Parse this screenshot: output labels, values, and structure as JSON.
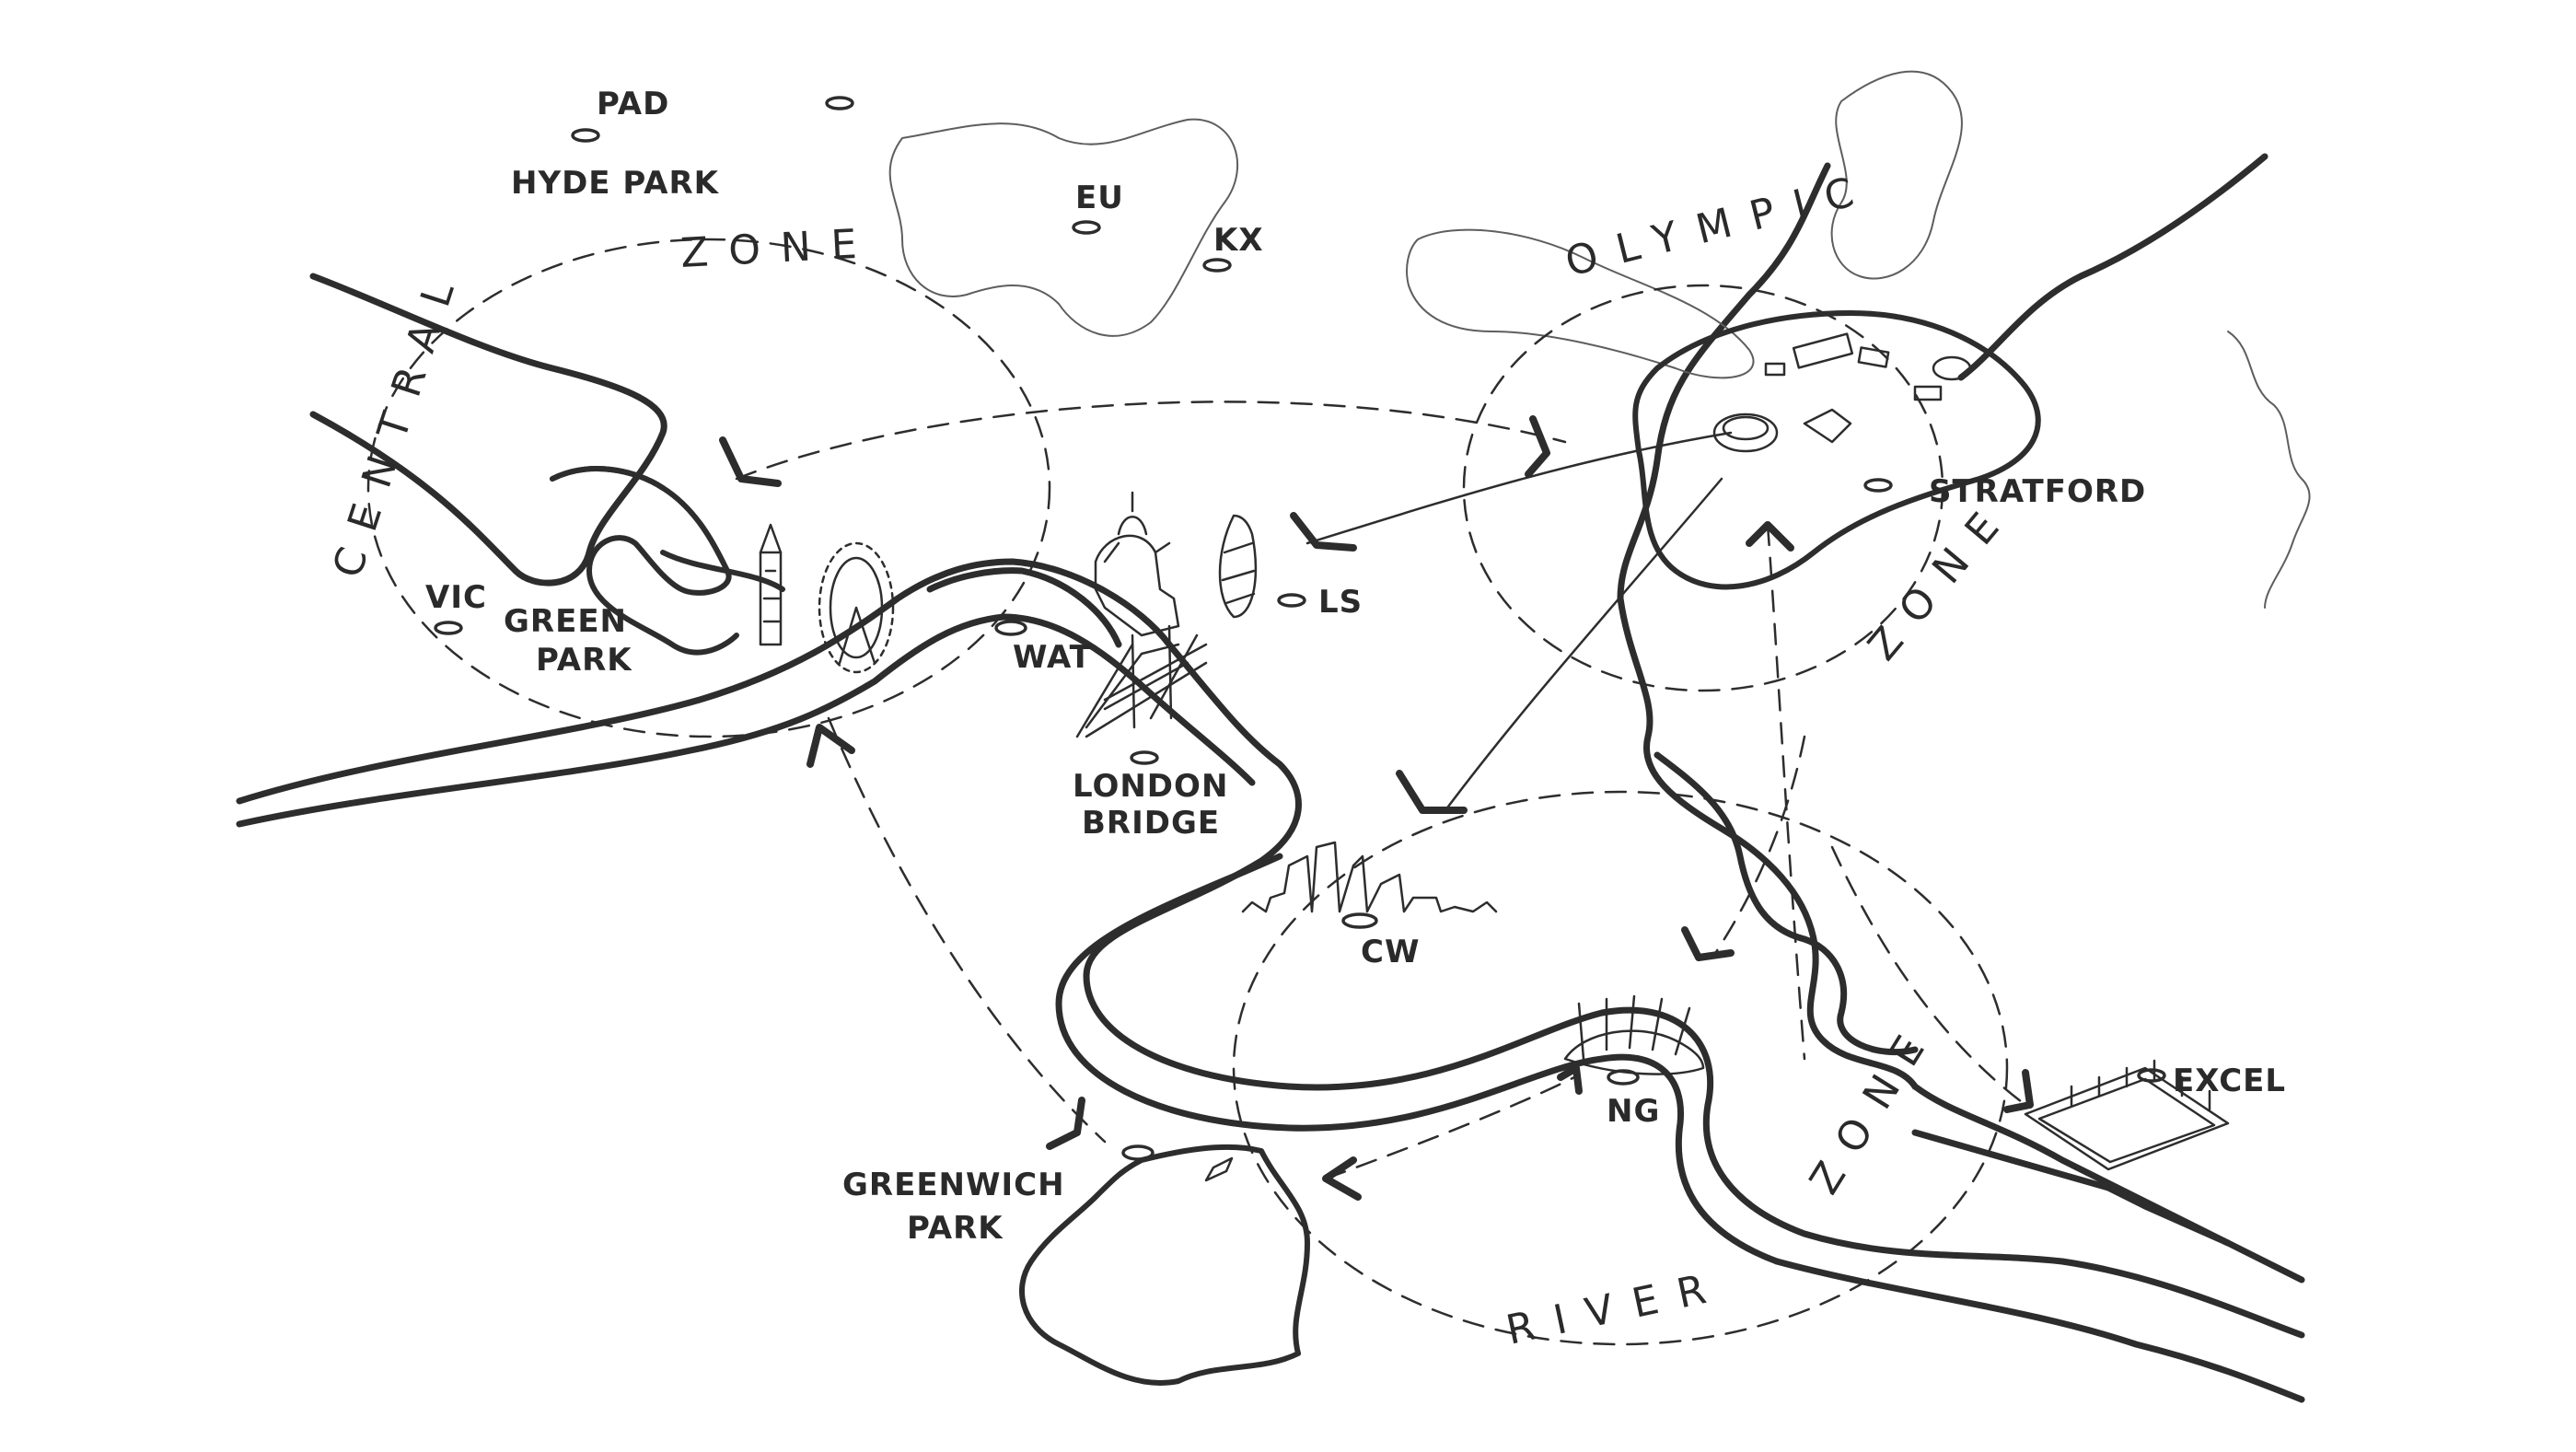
{
  "labels": {
    "pad": "PAD",
    "hyde_park": "HYDE PARK",
    "eu": "EU",
    "kx": "KX",
    "vic": "VIC",
    "green_park_1": "GREEN",
    "green_park_2": "PARK",
    "wat": "WAT",
    "london_bridge_1": "LONDON",
    "london_bridge_2": "BRIDGE",
    "ls": "LS",
    "stratford": "STRATFORD",
    "cw": "CW",
    "ng": "NG",
    "excel": "EXCEL",
    "greenwich_park_1": "GREENWICH",
    "greenwich_park_2": "PARK"
  },
  "zones": {
    "central_word": "CENTRAL",
    "central_zone": "ZONE",
    "olympic_word": "OLYMPIC",
    "olympic_zone": "ZONE",
    "river_word": "RIVER",
    "river_zone": "ZONE"
  },
  "colors": {
    "ink": "#2d2d2d",
    "paper": "#ffffff"
  }
}
